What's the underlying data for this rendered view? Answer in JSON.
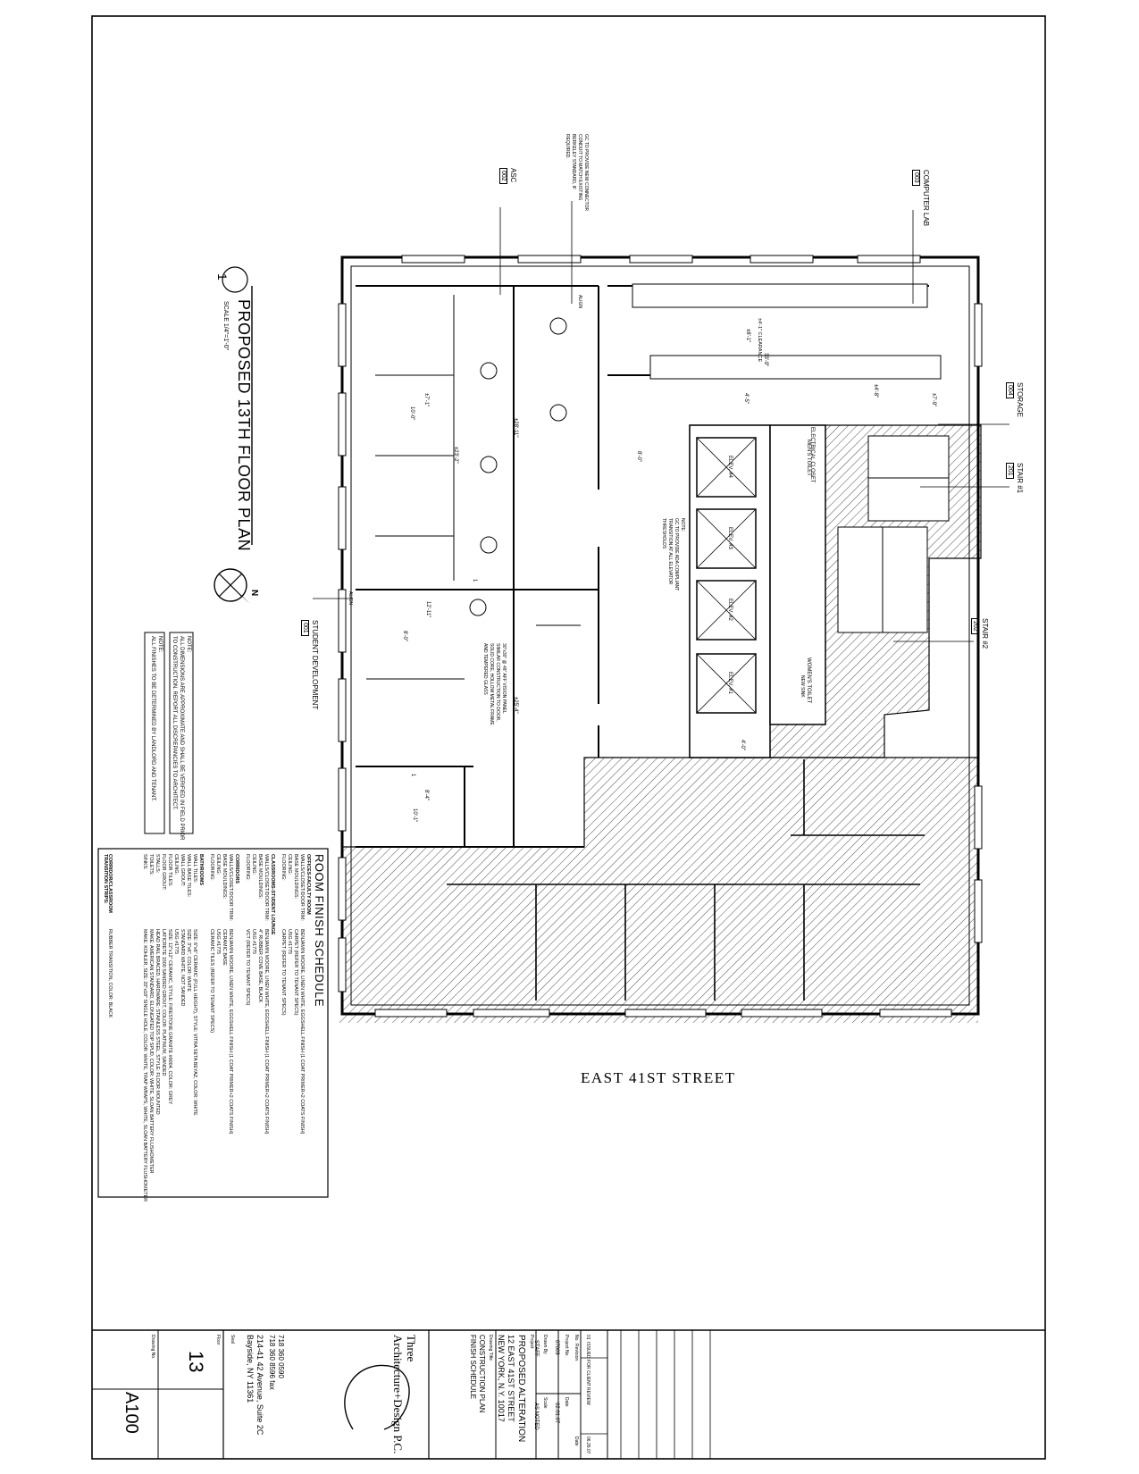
{
  "drawing": {
    "title": "PROPOSED 13TH FLOOR PLAN",
    "callout_number": "1",
    "scale_note": "SCALE 1/4\"=1'-0\"",
    "north_label": "N",
    "street_label": "EAST 41ST STREET"
  },
  "general_notes": {
    "note1_label": "NOTE:",
    "note1_line1": "ALL DIMENSIONS ARE APPROXIMATE AND SHALL BE VERIFIED IN FIELD PRIOR",
    "note1_line2": "TO CONSTRUCTION. REPORT ALL DISCREPANCIES TO ARCHITECT.",
    "note2": "ALL FINISHES TO BE DETERMINED BY LANDLORD AND TENANT."
  },
  "finish_schedule": {
    "title": "ROOM FINISH SCHEDULE",
    "groups": [
      {
        "name": "OFFICES-FACULTY ROOM",
        "rows": [
          {
            "item": "WALLS/CLOSET/DOOR TRIM:",
            "spec": "BENJAMIN MOORE, LINEN WHITE, EGGSHELL FINISH (1 COAT PRIMER+2 COATS FINISH)"
          },
          {
            "item": "BASE MOULDINGS:",
            "spec": "CARPET (REFER TO TENANT SPECS)"
          },
          {
            "item": "CEILING:",
            "spec": "USG #1775"
          },
          {
            "item": "FLOORING:",
            "spec": "CARPET (REFER TO TENANT SPECS)"
          }
        ]
      },
      {
        "name": "CLASSROOMS-STUDENT LOUNGE",
        "rows": [
          {
            "item": "WALLS/CLOSET/DOOR TRIM:",
            "spec": "BENJAMIN MOORE, LINEN WHITE, EGGSHELL FINISH (1 COAT PRIMER+2 COATS FINISH)"
          },
          {
            "item": "BASE MOULDINGS:",
            "spec": "4\" RUBBER COVE BASE, BLACK"
          },
          {
            "item": "CEILING:",
            "spec": "USG #1775"
          },
          {
            "item": "FLOORING:",
            "spec": "VCT (REFER TO TENANT SPECS)"
          }
        ]
      },
      {
        "name": "CORRIDORS",
        "rows": [
          {
            "item": "WALLS/CLOSET/DOOR TRIM:",
            "spec": "BENJAMIN MOORE, LINEN WHITE, EGGSHELL FINISH (1 COAT PRIMER+2 COATS FINISH)"
          },
          {
            "item": "BASE MOULDINGS:",
            "spec": "CERAMIC BASE"
          },
          {
            "item": "CEILING:",
            "spec": "USG #1775"
          },
          {
            "item": "FLOORING:",
            "spec": "CERAMIC TILES (REFER TO TENANT SPECS)"
          }
        ]
      },
      {
        "name": "BATHROOMS",
        "rows": [
          {
            "item": "WALL TILES:",
            "spec": "SIZE: 6\"x6\" CERAMIC (FULL HEIGHT), STYLE: VITRA SETA BEYAZ, COLOR: WHITE"
          },
          {
            "item": "WALL BASE TILES:",
            "spec": "SIZE: 3\"x6\", COLOR: WHITE"
          },
          {
            "item": "WALL GROUT:",
            "spec": "STANDARD WHITE, NOT SANDED"
          },
          {
            "item": "CEILING:",
            "spec": "USG #1775"
          },
          {
            "item": "FLOOR TILES:",
            "spec": "SIZE: 12\"x12\" CERAMIC, STYLE: FIRESTONE GRANITE #9004, COLOR: GREY"
          },
          {
            "item": "FLOOR GROUT:",
            "spec": "LATICRETE 1500 SANDED GROUT, COLOR: PLATINUM, SANDED"
          },
          {
            "item": "STALLS:",
            "spec": "HEAD RAIL BRACED, HARDWARE: STAINLESS STEEL, STYLE: FLOOR MOUNTED"
          },
          {
            "item": "TOILETS:",
            "spec": "MAKE: AMERICAN STANDARD, ELONGATED TOP SPUD, COLOR: WHITE, SLOAN BATTERY FLUSHOMETER"
          },
          {
            "item": "SINKS:",
            "spec": "MAKE: KOHLER, SIZE: 20\"x18\" SINGLE HOLE, COLOR: WHITE, TRAP WRAPS, WHITE, SLOAN BATTERY FLUSHOMETER"
          }
        ]
      },
      {
        "name": "CORRIDOR/CLASSROOM TRANSITION STRIPS:",
        "rows": [
          {
            "item": "",
            "spec": "RUBBER TRANSITION, COLOR: BLACK"
          }
        ]
      }
    ]
  },
  "rooms": [
    {
      "name": "COMPUTER LAB",
      "number": "003"
    },
    {
      "name": "ASC",
      "number": "002"
    },
    {
      "name": "STORAGE",
      "number": "004"
    },
    {
      "name": "STAIR #1",
      "number": "201"
    },
    {
      "name": "STAIR #2",
      "number": "202"
    },
    {
      "name": "STUDENT DEVELOPMENT",
      "number": "001"
    }
  ],
  "plan_notes": {
    "gc_connector": [
      "GC TO PROVIDE NEW CONNECTOR",
      "CONDUIT TO MATCH EXISTING",
      "BERKELEY STANDARD, IF",
      "REQUIRED."
    ],
    "ada": [
      "NOTE:",
      "GC TO PROVIDE ADA COMPLIANT",
      "TRANSITION AT ALL ELEVATOR",
      "THRESHOLDS"
    ],
    "door_panel": [
      "30\"x30\" @ 48\" AFF VISION PANEL",
      "SIMILAR CONSTRUCTION TO DOOR,",
      "SOLID CORE, HOLLOW METAL FRAME",
      "AND TEMPERED GLASS"
    ]
  },
  "plan_labels": {
    "electrical_closet": "ELECTRICAL CLOSET",
    "mens_toilet": "MEN'S TOILET",
    "womens_toilet": "WOMEN'S TOILET",
    "elev1": "ELEV. #1",
    "elev2": "ELEV. #2",
    "elev3": "ELEV. #3",
    "elev4": "ELEV. #4",
    "align": "ALIGN",
    "clearance": "±4'-1\" CLEARANCE",
    "new_sink": "NEW SINK",
    "tag1": "1"
  },
  "dimensions": {
    "d_33_9": "33'-9\"",
    "d_8_1": "±8'-1\"",
    "d_10_0": "10'-0\"",
    "d_7_1": "±7'-1\"",
    "d_23_2": "±23'-2\"",
    "d_28_11": "±28'-11\"",
    "d_8_0": "8'-0\"",
    "d_4_5": "4'-5\"",
    "d_4_8": "±4'-8\"",
    "d_7_9": "±7'-9\"",
    "d_12_11": "12'-11\"",
    "d_8_0b": "8'-0\"",
    "d_25_4": "±25'-4\"",
    "d_4_0": "4'-0\"",
    "d_10_1": "10'-1\"",
    "d_8_4": "8'-4\""
  },
  "title_block": {
    "revision_no": "01",
    "revision_desc": "ISSUED FOR CLIENT REVIEW",
    "revision_date": "06.26.07",
    "col_no": "No.",
    "col_revision": "Revision",
    "col_date": "Date",
    "project_no_label": "Project No.",
    "project_no": "07009",
    "date_label": "Date",
    "date": "02.01.07",
    "drawn_by_label": "Drawn By",
    "drawn_by": "STAFF",
    "scale_label": "Scale",
    "scale": "AS NOTED",
    "project_label": "Project",
    "project_name": "PROPOSED ALTERATION",
    "project_addr1": "12 EAST 41ST STREET",
    "project_addr2": "NEW YORK, N.Y. 10017",
    "drawing_title_label": "Drawing Title",
    "drawing_title1": "CONSTRUCTION PLAN",
    "drawing_title2": "FINISH SCHEDULE",
    "firm_name1": "Three",
    "firm_name2": "Architecture+Design P.C.",
    "firm_phone": "718 360 0590",
    "firm_fax": "718 360 8596 fax",
    "firm_addr1": "214-41 42 Avenue, Suite 2C",
    "firm_addr2": "Bayside, NY 11361",
    "seal_label": "Seal",
    "floor_label": "Floor",
    "floor": "13",
    "drawing_no_label": "Drawing No.",
    "drawing_no": "A100"
  }
}
